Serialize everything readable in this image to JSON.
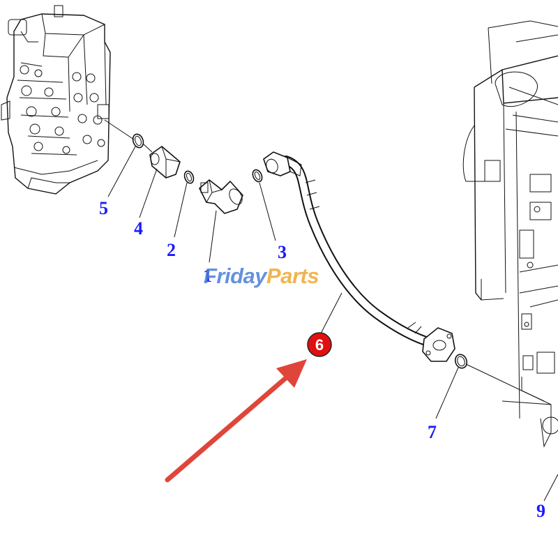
{
  "watermark": {
    "part1": "Friday",
    "part2": "Parts"
  },
  "callouts": {
    "c1": "1",
    "c2": "2",
    "c3": "3",
    "c4": "4",
    "c5": "5",
    "c6": "6",
    "c7": "7",
    "c9": "9"
  },
  "colors": {
    "callout_text": "#1a1aff",
    "highlight_badge": "#e01010",
    "arrow": "#e0453a"
  }
}
